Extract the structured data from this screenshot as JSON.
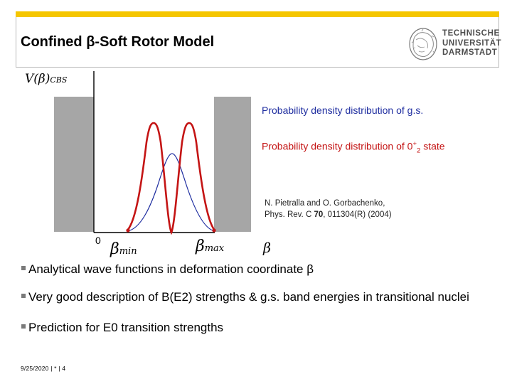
{
  "header": {
    "title": "Confined β-Soft Rotor Model",
    "logo_lines": [
      "TECHNISCHE",
      "UNIVERSITÄT",
      "DARMSTADT"
    ],
    "accent_color": "#f5c600"
  },
  "figure": {
    "y_axis_label": "V(β)",
    "y_axis_label_sub": "CBS",
    "x_origin_label": "0",
    "beta_min_label": "β",
    "beta_min_sub": "min",
    "beta_max_label": "β",
    "beta_max_sub": "max",
    "x_axis_label": "β",
    "annotation_gs": "Probability density distribution of g.s.",
    "annotation_02_prefix": "Probability density distribution of 0",
    "annotation_02_sup": "+",
    "annotation_02_sub": "2",
    "annotation_02_suffix": " state",
    "citation_line1": "N. Pietralla and O. Gorbachenko,",
    "citation_line2_prefix": "Phys. Rev. C ",
    "citation_volume": "70",
    "citation_line2_suffix": ", 011304(R) (2004)",
    "colors": {
      "wall": "#a6a6a6",
      "gs_curve": "#1f2ea0",
      "state_curve": "#c41414"
    }
  },
  "bullets": [
    "Analytical wave functions in deformation coordinate β",
    "Very good description of B(E2) strengths & g.s. band energies in transitional nuclei",
    "Prediction for E0 transition strengths"
  ],
  "footer": {
    "date": "9/25/2020",
    "separator1": "|",
    "star": "*",
    "separator2": "|",
    "page": "4"
  }
}
